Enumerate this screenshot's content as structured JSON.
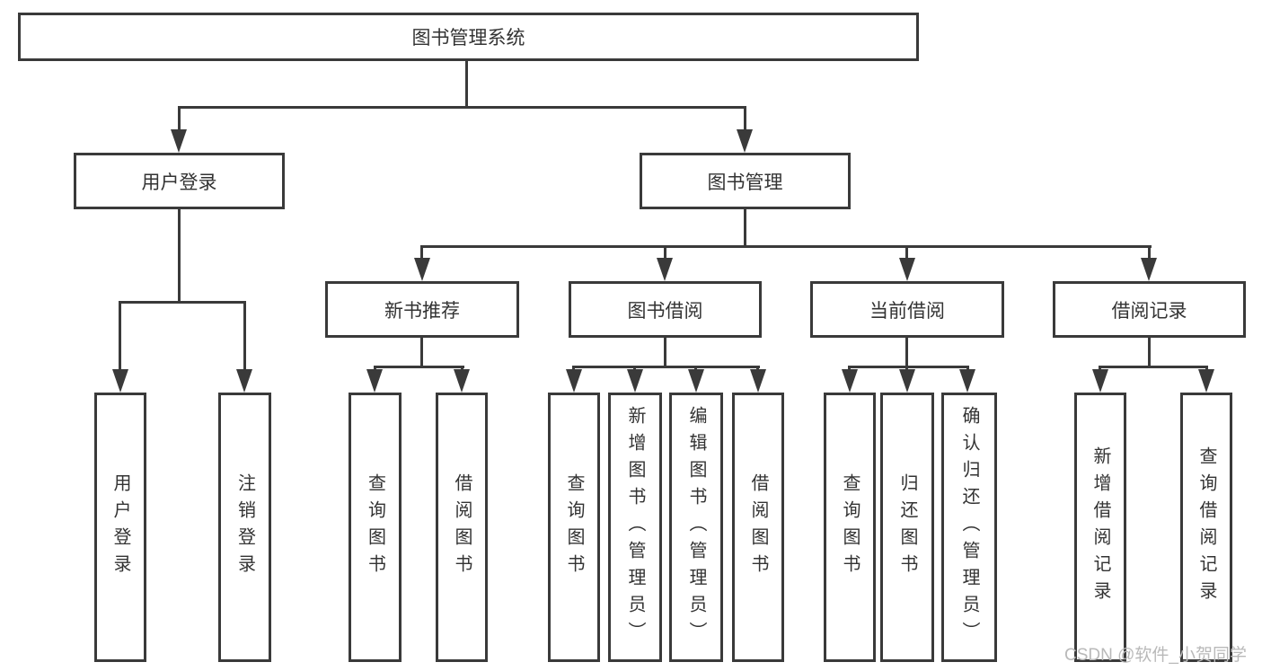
{
  "colors": {
    "line": "#3a3a3a",
    "text": "#333333",
    "background": "#ffffff",
    "watermark_text": "#b9b9b9"
  },
  "watermark": "CSDN @软件_小贺同学",
  "tree": {
    "root": "图书管理系统",
    "branches": [
      {
        "label": "用户登录",
        "children": [
          "用户登录",
          "注销登录"
        ]
      },
      {
        "label": "图书管理",
        "groups": [
          {
            "label": "新书推荐",
            "children": [
              "查询图书",
              "借阅图书"
            ]
          },
          {
            "label": "图书借阅",
            "children": [
              "查询图书",
              "新增图书（管理员）",
              "编辑图书（管理员）",
              "借阅图书"
            ]
          },
          {
            "label": "当前借阅",
            "children": [
              "查询图书",
              "归还图书",
              "确认归还（管理员）"
            ]
          },
          {
            "label": "借阅记录",
            "children": [
              "新增借阅记录",
              "查询借阅记录"
            ]
          }
        ]
      }
    ]
  }
}
